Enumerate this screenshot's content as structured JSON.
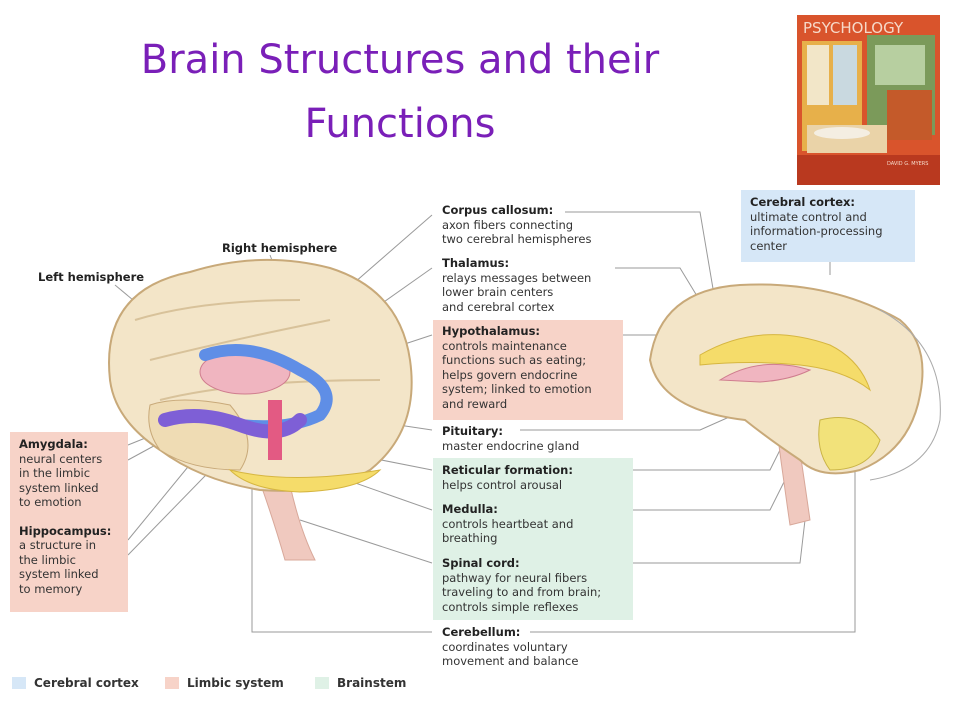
{
  "title": "Brain Structures and their Functions",
  "book_cover": {
    "title": "PSYCHOLOGY",
    "author": "DAVID G. MYERS"
  },
  "colors": {
    "title": "#7a1fb8",
    "cerebral_cortex": "#d6e7f7",
    "limbic_system": "#f7d3c8",
    "brainstem": "#dff1e6"
  },
  "labels": {
    "right_hemisphere": "Right hemisphere",
    "left_hemisphere": "Left hemisphere",
    "corpus_callosum": {
      "name": "Corpus callosum:",
      "desc": [
        "axon fibers connecting",
        "two cerebral hemispheres"
      ]
    },
    "thalamus": {
      "name": "Thalamus:",
      "desc": [
        "relays messages between",
        "lower brain centers",
        "and cerebral cortex"
      ]
    },
    "hypothalamus": {
      "name": "Hypothalamus:",
      "desc": [
        "controls maintenance",
        "functions such as eating;",
        "helps govern endocrine",
        "system; linked to emotion",
        "and reward"
      ]
    },
    "pituitary": {
      "name": "Pituitary:",
      "desc": [
        "master endocrine gland"
      ]
    },
    "reticular_formation": {
      "name": "Reticular formation:",
      "desc": [
        "helps control arousal"
      ]
    },
    "medulla": {
      "name": "Medulla:",
      "desc": [
        "controls heartbeat and",
        "breathing"
      ]
    },
    "spinal_cord": {
      "name": "Spinal cord:",
      "desc": [
        "pathway for neural fibers",
        "traveling to and from brain;",
        "controls simple reflexes"
      ]
    },
    "cerebellum": {
      "name": "Cerebellum:",
      "desc": [
        "coordinates voluntary",
        "movement and balance"
      ]
    },
    "cerebral_cortex": {
      "name": "Cerebral cortex:",
      "desc": [
        "ultimate control and",
        "information-processing",
        "center"
      ]
    },
    "amygdala": {
      "name": "Amygdala:",
      "desc": [
        "neural centers",
        "in the limbic",
        "system linked",
        "to emotion"
      ]
    },
    "hippocampus": {
      "name": "Hippocampus:",
      "desc": [
        "a structure in",
        "the limbic",
        "system linked",
        "to memory"
      ]
    }
  },
  "legend": [
    {
      "label": "Cerebral cortex",
      "color": "#d6e7f7"
    },
    {
      "label": "Limbic system",
      "color": "#f7d3c8"
    },
    {
      "label": "Brainstem",
      "color": "#dff1e6"
    }
  ]
}
